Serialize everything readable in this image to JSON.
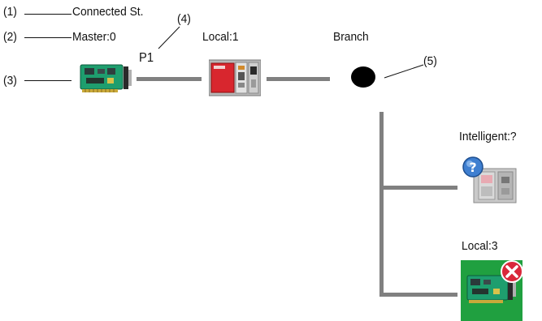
{
  "callouts": {
    "c1": "(1)",
    "c2": "(2)",
    "c3": "(3)",
    "c4": "(4)",
    "c5": "(5)"
  },
  "master": {
    "title": "Connected St.",
    "name": "Master:0",
    "port": "P1"
  },
  "local1": {
    "name": "Local:1"
  },
  "branch": {
    "name": "Branch"
  },
  "intelligent": {
    "name": "Intelligent:?"
  },
  "local3": {
    "name": "Local:3"
  },
  "colors": {
    "line": "#808080",
    "board": "#1e9e6e",
    "plc_red": "#d8262e",
    "error_badge": "#d9283a",
    "selection": "#20a040",
    "unknown_badge": "#3f7fd0"
  },
  "icons": {
    "master": "network-board-icon",
    "local1": "plc-cpu-icon",
    "branch": "branch-node-icon",
    "intelligent": "unknown-station-icon",
    "local3": "error-board-icon"
  }
}
